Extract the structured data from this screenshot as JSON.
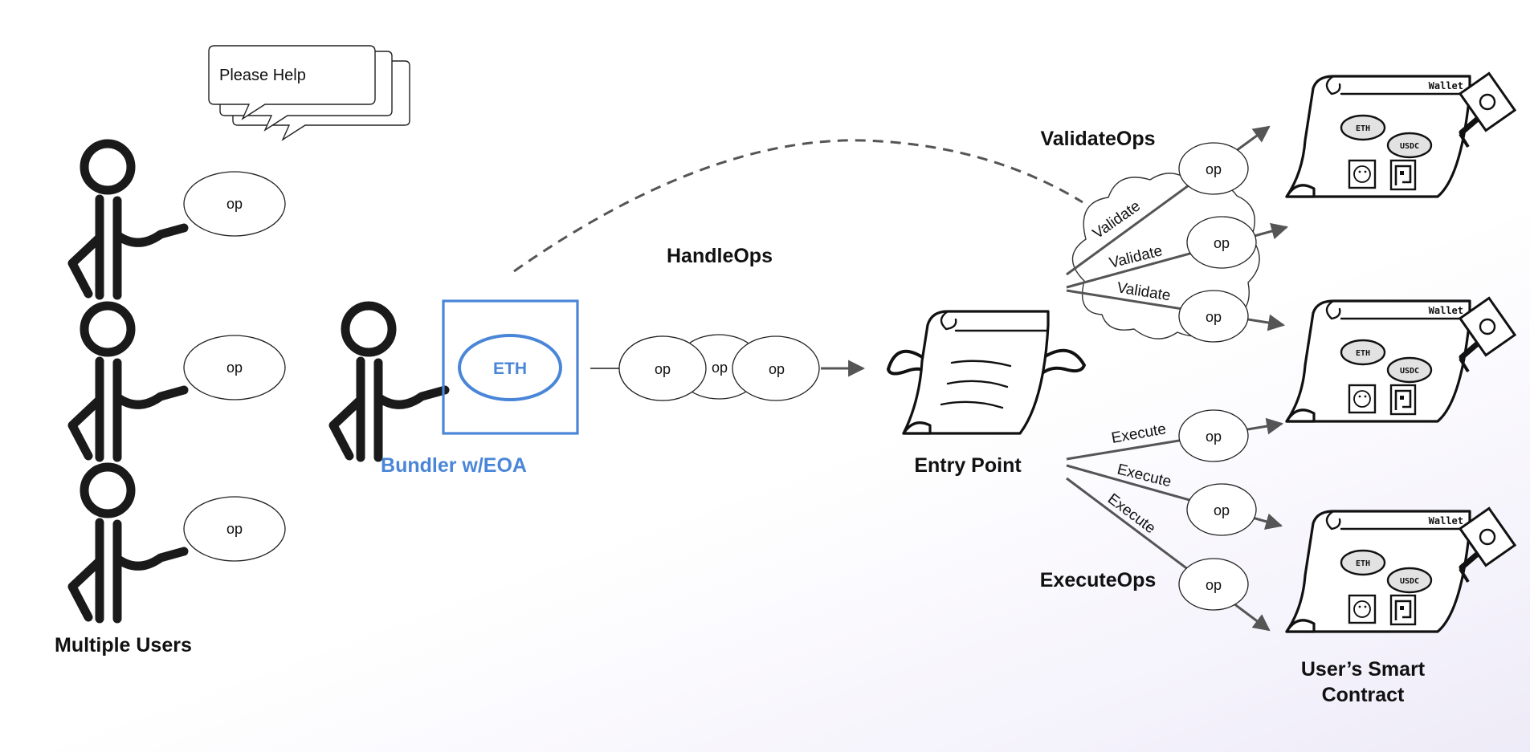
{
  "labels": {
    "multiple_users": "Multiple Users",
    "bundler": "Bundler w/EOA",
    "handle_ops": "HandleOps",
    "entry_point": "Entry Point",
    "validate_ops": "ValidateOps",
    "execute_ops": "ExecuteOps",
    "users_smart_contract_line1": "User’s Smart",
    "users_smart_contract_line2": "Contract"
  },
  "speech_bubble": "Please Help",
  "op": "op",
  "bundler_token": "ETH",
  "validate": "Validate",
  "execute": "Execute",
  "wallet": {
    "title": "Wallet",
    "token_a": "ETH",
    "token_b": "USDC"
  },
  "colors": {
    "accent_blue": "#4a86d8",
    "ink": "#111111",
    "arrow": "#555555"
  }
}
